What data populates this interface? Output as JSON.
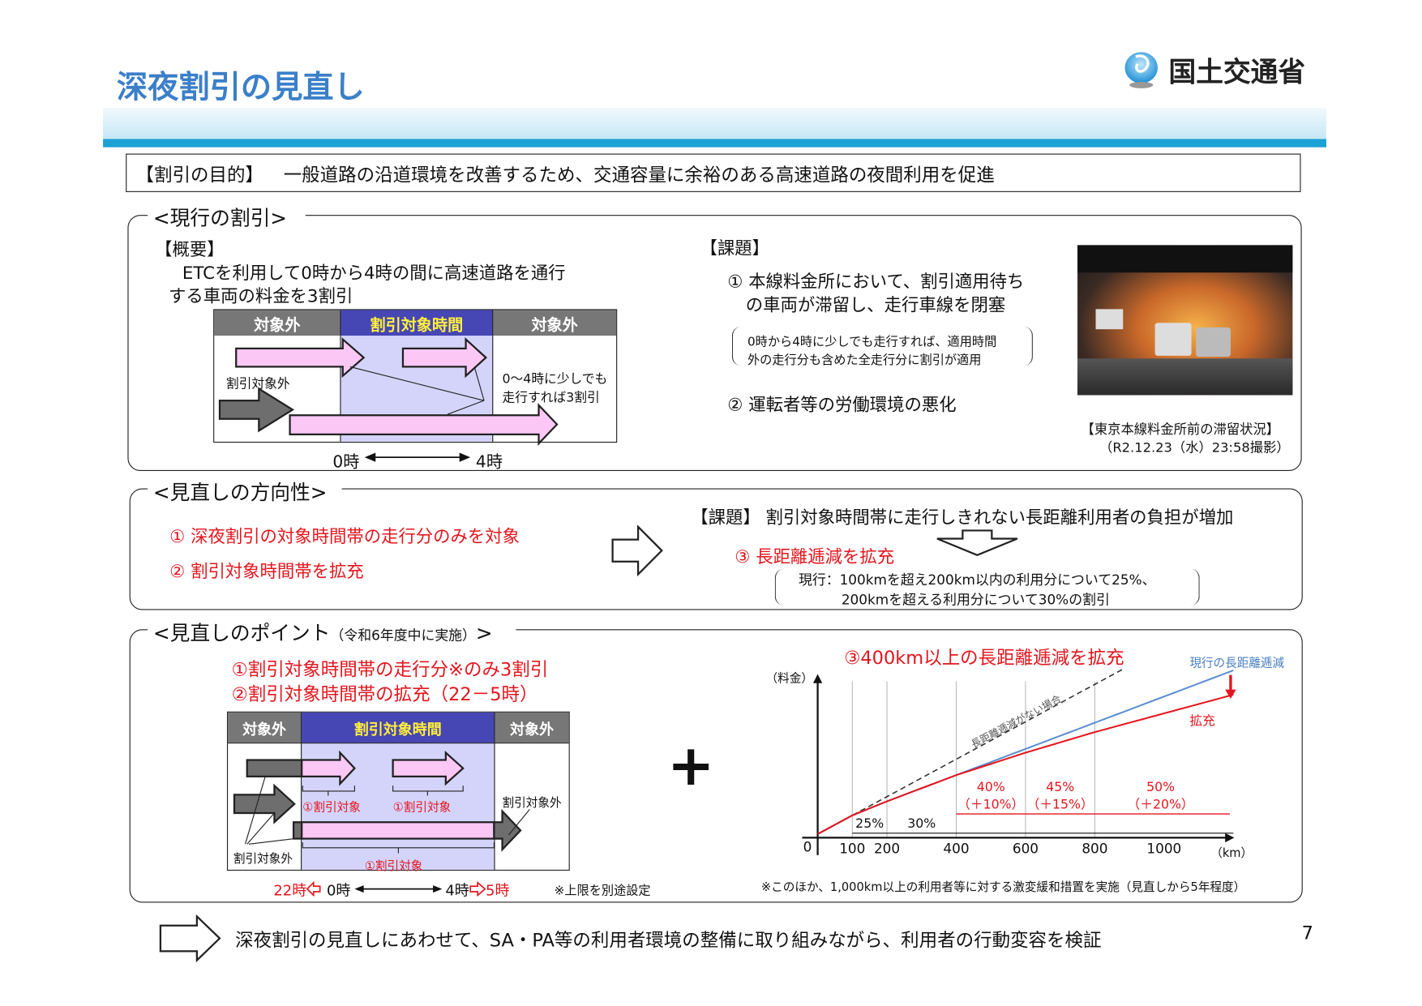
{
  "header": {
    "title": "深夜割引の見直し",
    "ministry": "国土交通省",
    "accent": "#3b7fc8",
    "band_color": "#1ba1d4"
  },
  "purpose": {
    "label": "【割引の目的】",
    "text": "一般道路の沿道環境を改善するため、交通容量に余裕のある高速道路の夜間利用を促進"
  },
  "current": {
    "title": "<現行の割引>",
    "overview_label": "【概要】",
    "overview_line1": "ETCを利用して0時から4時の間に高速道路を通行",
    "overview_line2": "する車両の料金を3割引",
    "diagram": {
      "col_left": "対象外",
      "col_mid": "割引対象時間",
      "col_right": "対象外",
      "label_excluded": "割引対象外",
      "note_line1": "0～4時に少しでも",
      "note_line2": "走行すれば3割引",
      "time_start": "0時",
      "time_end": "4時"
    },
    "issues_label": "【課題】",
    "issue1_line1": "①  本線料金所において、割引適用待ち",
    "issue1_line2": "の車両が滞留し、走行車線を閉塞",
    "issue1_note_line1": "0時から4時に少しでも走行すれば、適用時間",
    "issue1_note_line2": "外の走行分も含めた全走行分に割引が適用",
    "issue2": "②  運転者等の労働環境の悪化",
    "photo_caption1": "【東京本線料金所前の滞留状況】",
    "photo_caption2": "（R2.12.23（水）23:58撮影）"
  },
  "direction": {
    "title": "<見直しの方向性>",
    "item1": "①  深夜割引の対象時間帯の走行分のみを対象",
    "item2": "②  割引対象時間帯を拡充",
    "issue": "【課題】 割引対象時間帯に走行しきれない長距離利用者の負担が増加",
    "item3": "③  長距離逓減を拡充",
    "note_line1": "現行：100kmを超え200km以内の利用分について25%、",
    "note_line2": "200kmを超える利用分について30%の割引"
  },
  "points": {
    "title": "<見直しのポイント",
    "title_sub": "（令和6年度中に実施）",
    "title_end": ">",
    "line1": "①割引対象時間帯の走行分※のみ3割引",
    "line2": "②割引対象時間帯の拡充（22－5時）",
    "diagram": {
      "col_left": "対象外",
      "col_mid": "割引対象時間",
      "col_right": "対象外",
      "target_label": "①割引対象",
      "excluded_label": "割引対象外",
      "time_new_start": "22時",
      "time_start": "0時",
      "time_end": "4時",
      "time_new_end": "5時",
      "cap_note": "※上限を別途設定"
    },
    "plus": "+"
  },
  "chart_data": {
    "type": "line",
    "title": "③400km以上の長距離逓減を拡充",
    "ylabel": "（料金）",
    "xlabel": "（km）",
    "origin_label": "0",
    "x_ticks": [
      100,
      200,
      400,
      600,
      800,
      1000
    ],
    "xlim": [
      0,
      1200
    ],
    "series": [
      {
        "name": "長距離逓減がない場合",
        "style": "dashed",
        "color": "#333333",
        "discount_bands": [
          [
            0,
            1200,
            0
          ]
        ]
      },
      {
        "name": "現行の長距離逓減",
        "color": "#5b8fd0",
        "discount_bands": [
          [
            0,
            100,
            0
          ],
          [
            100,
            200,
            25
          ],
          [
            200,
            1200,
            30
          ]
        ]
      },
      {
        "name": "拡充",
        "color": "#e3161e",
        "discount_bands": [
          [
            0,
            100,
            0
          ],
          [
            100,
            200,
            25
          ],
          [
            200,
            400,
            30
          ],
          [
            400,
            600,
            40
          ],
          [
            600,
            800,
            45
          ],
          [
            800,
            1200,
            50
          ]
        ]
      }
    ],
    "band_labels": [
      {
        "rate": "25%",
        "range": [
          100,
          200
        ]
      },
      {
        "rate": "30%",
        "range": [
          200,
          1200
        ]
      },
      {
        "rate": "40%",
        "extra": "（＋10%）",
        "range": [
          400,
          600
        ]
      },
      {
        "rate": "45%",
        "extra": "（＋15%）",
        "range": [
          600,
          800
        ]
      },
      {
        "rate": "50%",
        "extra": "（＋20%）",
        "range": [
          800,
          1200
        ]
      }
    ],
    "footnote": "※このほか、1,000km以上の利用者等に対する激変緩和措置を実施（見直しから5年程度）"
  },
  "footer": {
    "conclusion": "深夜割引の見直しにあわせて、SA・PA等の利用者環境の整備に取り組みながら、利用者の行動変容を検証",
    "page_number": "7"
  }
}
